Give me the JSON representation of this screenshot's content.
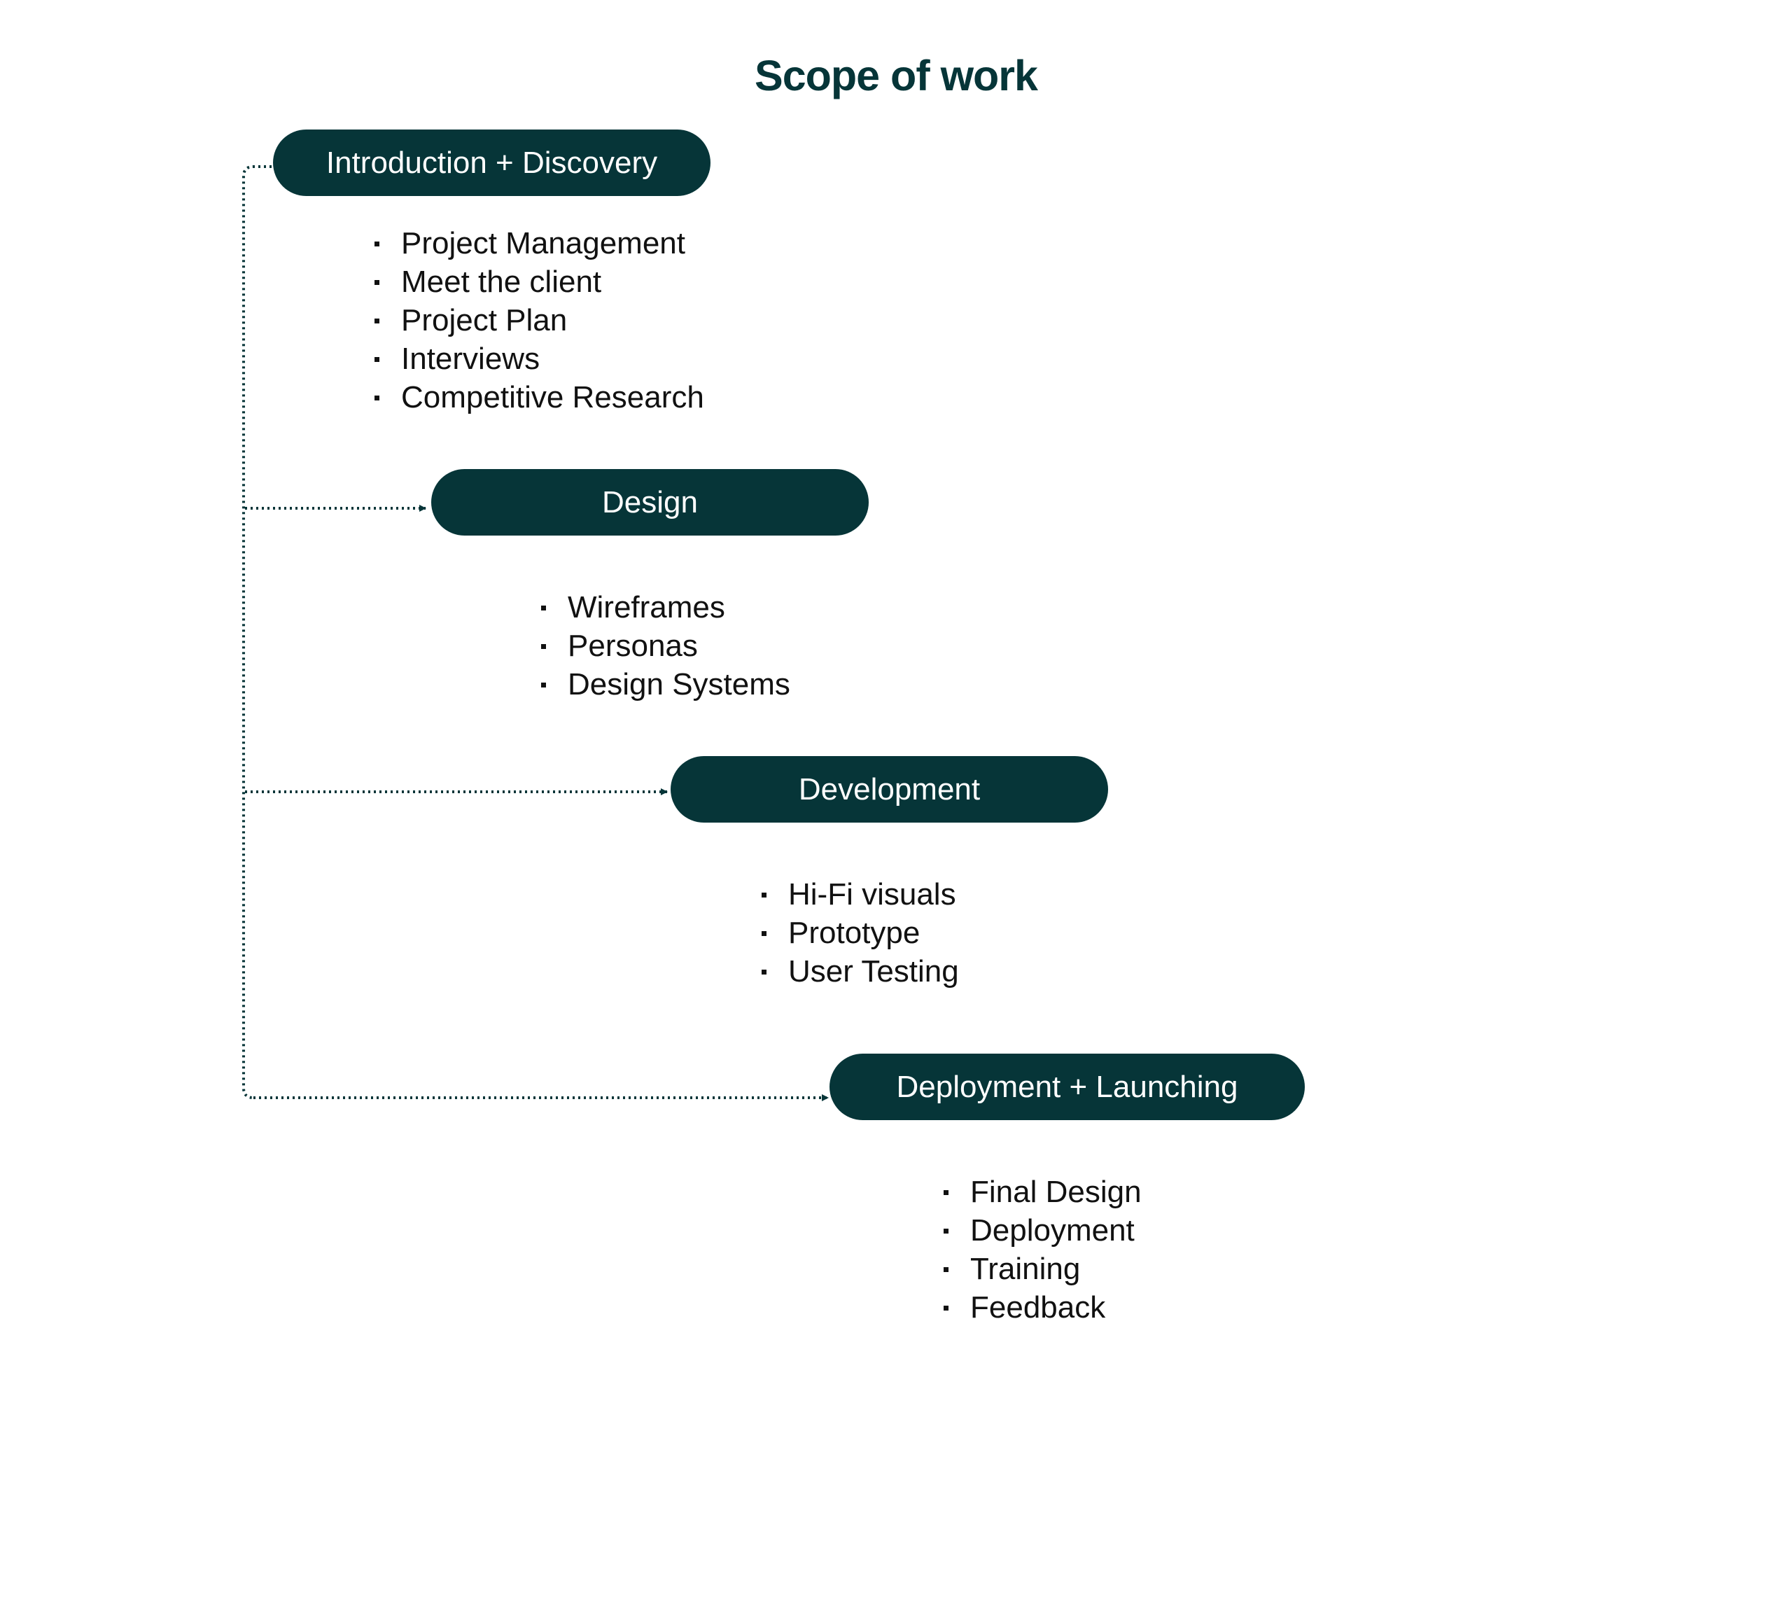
{
  "title": "Scope of work",
  "colors": {
    "accent": "#063538",
    "text": "#111111",
    "background": "#ffffff"
  },
  "phases": [
    {
      "label": "Introduction + Discovery",
      "items": [
        "Project Management",
        "Meet the client",
        "Project Plan",
        "Interviews",
        "Competitive Research"
      ]
    },
    {
      "label": "Design",
      "items": [
        "Wireframes",
        "Personas",
        "Design Systems"
      ]
    },
    {
      "label": "Development",
      "items": [
        "Hi-Fi visuals",
        "Prototype",
        "User Testing"
      ]
    },
    {
      "label": "Deployment + Launching",
      "items": [
        "Final Design",
        "Deployment",
        "Training",
        "Feedback"
      ]
    }
  ]
}
